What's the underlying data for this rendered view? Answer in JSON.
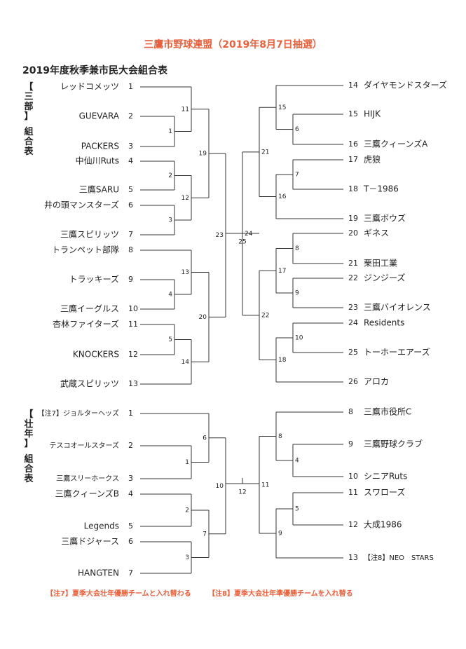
{
  "header": {
    "title": "三鷹市野球連盟（2019年8月7日抽選）",
    "subtitle": "2019年度秋季兼市民大会組合表"
  },
  "division_san": {
    "label": [
      "【",
      "三",
      "部",
      "】",
      "組",
      "合",
      "表"
    ],
    "left_teams": [
      {
        "name": "レッドコメッツ",
        "no": "1"
      },
      {
        "name": "GUEVARA",
        "no": "2"
      },
      {
        "name": "PACKERS",
        "no": "3"
      },
      {
        "name": "中仙川Ruts",
        "no": "4"
      },
      {
        "name": "三鷹SARU",
        "no": "5"
      },
      {
        "name": "井の頭マンスターズ",
        "no": "6"
      },
      {
        "name": "三鷹スピリッツ",
        "no": "7"
      },
      {
        "name": "トランペット部隊",
        "no": "8"
      },
      {
        "name": "トラッキーズ",
        "no": "9"
      },
      {
        "name": "三鷹イーグルス",
        "no": "10"
      },
      {
        "name": "杏林ファイターズ",
        "no": "11"
      },
      {
        "name": "KNOCKERS",
        "no": "12"
      },
      {
        "name": "武蔵スピリッツ",
        "no": "13"
      }
    ],
    "right_teams": [
      {
        "no": "14",
        "name": "ダイヤモンドスターズ"
      },
      {
        "no": "15",
        "name": "HIJK"
      },
      {
        "no": "16",
        "name": "三鷹クィーンズA"
      },
      {
        "no": "17",
        "name": "虎狼"
      },
      {
        "no": "18",
        "name": "T－1986"
      },
      {
        "no": "19",
        "name": "三鷹ボウズ"
      },
      {
        "no": "20",
        "name": "ギネス"
      },
      {
        "no": "21",
        "name": "栗田工業"
      },
      {
        "no": "22",
        "name": "ジンジーズ"
      },
      {
        "no": "23",
        "name": "三鷹バイオレンス"
      },
      {
        "no": "24",
        "name": "Residents"
      },
      {
        "no": "25",
        "name": "トーホーエアーズ"
      },
      {
        "no": "26",
        "name": "アロカ"
      }
    ],
    "game_numbers": {
      "l1": "1",
      "l2": "2",
      "l3": "3",
      "l4": "4",
      "l5": "5",
      "l11": "11",
      "l12": "12",
      "l13": "13",
      "l14": "14",
      "l19": "19",
      "l20": "20",
      "l23": "23",
      "r6": "6",
      "r7": "7",
      "r8": "8",
      "r9": "9",
      "r10": "10",
      "r15": "15",
      "r16": "16",
      "r17": "17",
      "r18": "18",
      "r21": "21",
      "r22": "22",
      "r24": "24",
      "final": "25"
    }
  },
  "division_sou": {
    "label": [
      "【",
      "壮",
      "年",
      "】",
      "組",
      "合",
      "表"
    ],
    "left_teams": [
      {
        "name": "【注7】ジョルターヘッズ",
        "no": "1"
      },
      {
        "name": "テスコオールスターズ",
        "no": "2"
      },
      {
        "name": "三鷹スリーホークス",
        "no": "3"
      },
      {
        "name": "三鷹クィーンズB",
        "no": "4"
      },
      {
        "name": "Legends",
        "no": "5"
      },
      {
        "name": "三鷹ドジャース",
        "no": "6"
      },
      {
        "name": "HANGTEN",
        "no": "7"
      }
    ],
    "right_teams": [
      {
        "no": "8",
        "name": "三鷹市役所C"
      },
      {
        "no": "9",
        "name": "三鷹野球クラブ"
      },
      {
        "no": "10",
        "name": "シニアRuts"
      },
      {
        "no": "11",
        "name": "スワローズ"
      },
      {
        "no": "12",
        "name": "大成1986"
      },
      {
        "no": "13",
        "name": "【注8】NEO　STARS"
      }
    ],
    "game_numbers": {
      "l1": "1",
      "l2": "2",
      "l3": "3",
      "l6": "6",
      "l7": "7",
      "l10": "10",
      "r4": "4",
      "r5": "5",
      "r8": "8",
      "r9": "9",
      "r11": "11",
      "final": "12"
    }
  },
  "notes": {
    "note7": "【注7】夏季大会壮年優勝チームと入れ替わる",
    "note8": "【注8】夏季大会壮年準優勝チームを入れ替る"
  },
  "colors": {
    "accent": "#e8603c",
    "line": "#333333",
    "text": "#222222"
  }
}
